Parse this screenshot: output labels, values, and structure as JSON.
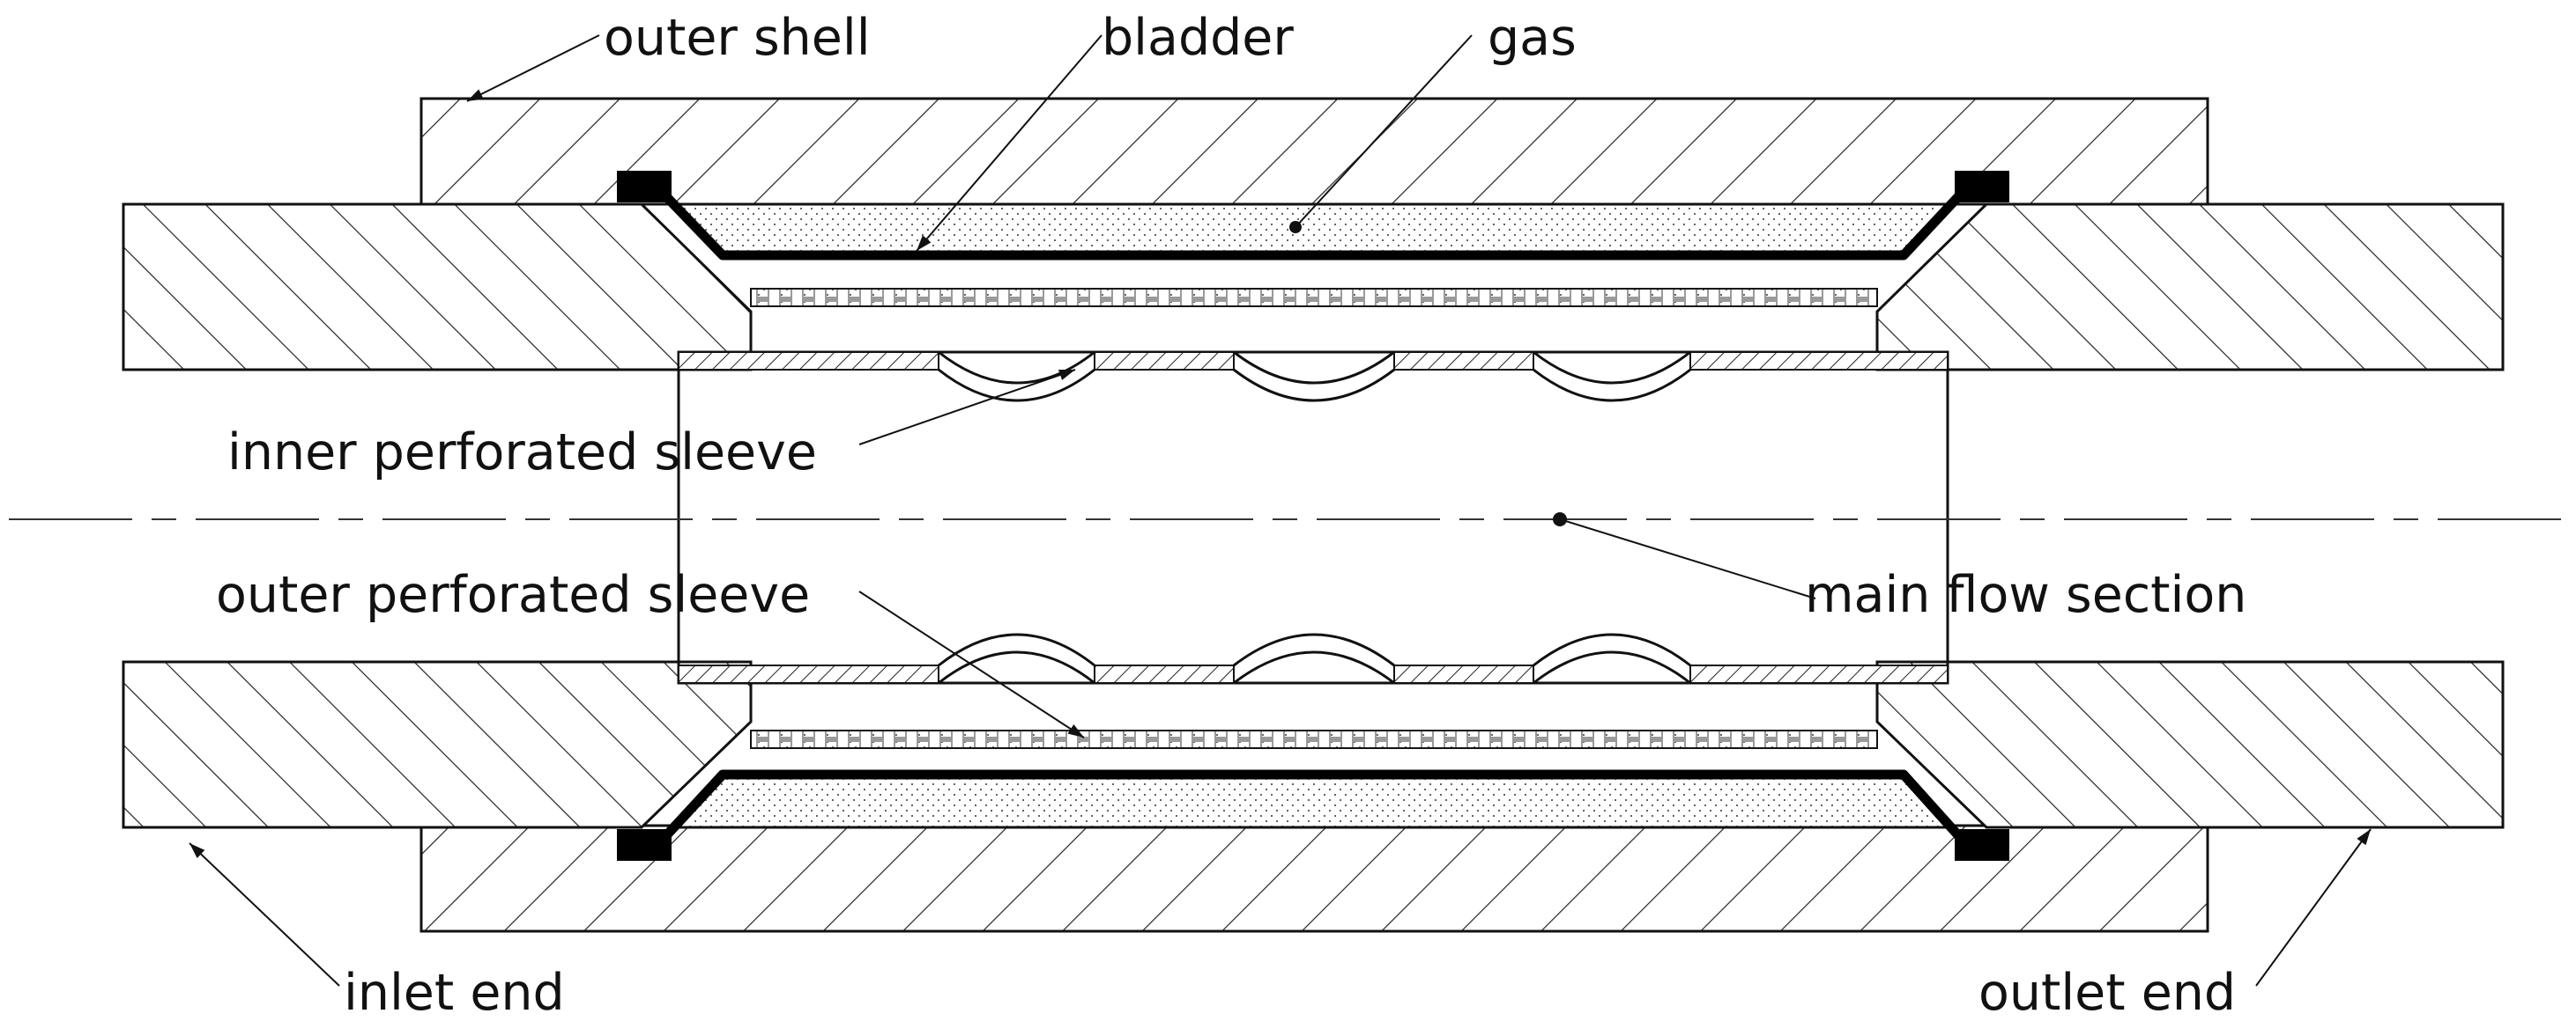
{
  "labels": {
    "outer_shell": "outer shell",
    "bladder": "bladder",
    "gas": "gas",
    "inner_perforated_sleeve": "inner perforated sleeve",
    "outer_perforated_sleeve": "outer perforated sleeve",
    "main_flow_section": "main flow section",
    "inlet_end": "inlet end",
    "outlet_end": "outlet end"
  },
  "colors": {
    "line": "#111111",
    "hatch": "#222222",
    "background": "#ffffff"
  }
}
